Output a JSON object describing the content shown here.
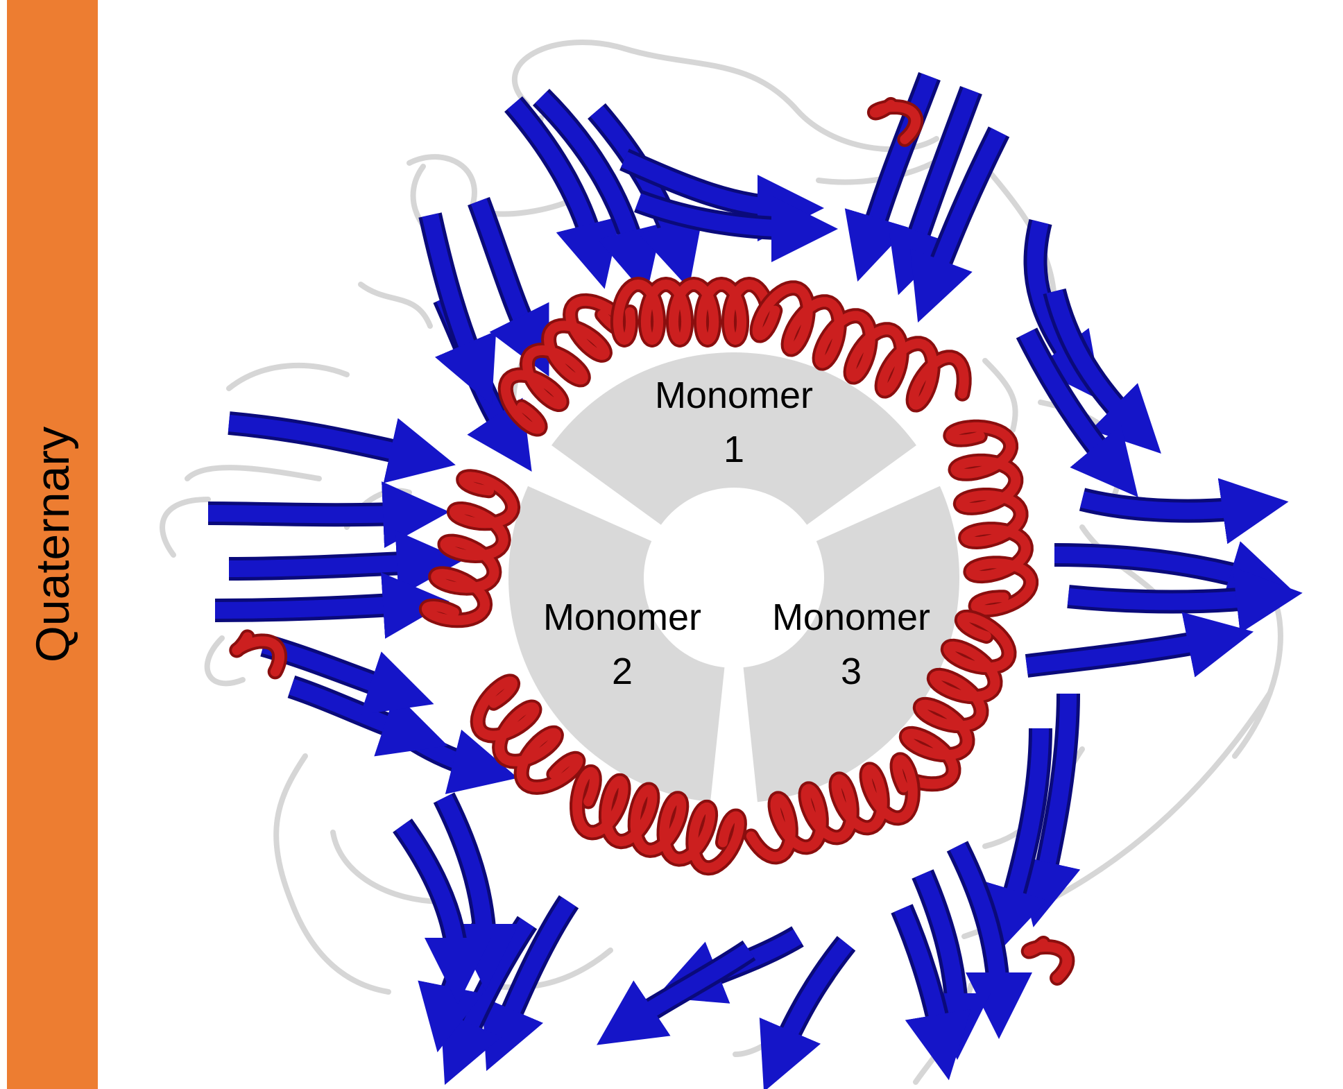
{
  "side_label": "Quaternary",
  "monomers": [
    {
      "line1": "Monomer",
      "line2": "1"
    },
    {
      "line1": "Monomer",
      "line2": "2"
    },
    {
      "line1": "Monomer",
      "line2": "3"
    }
  ],
  "colors": {
    "side_bar": "#ED7D31",
    "disk": "#D9D9D9",
    "helix": "#CC1F1F",
    "helix_dark": "#8A0E0E",
    "strand": "#1515C8",
    "strand_dark": "#0A0A7A",
    "loop": "#D6D6D6"
  }
}
